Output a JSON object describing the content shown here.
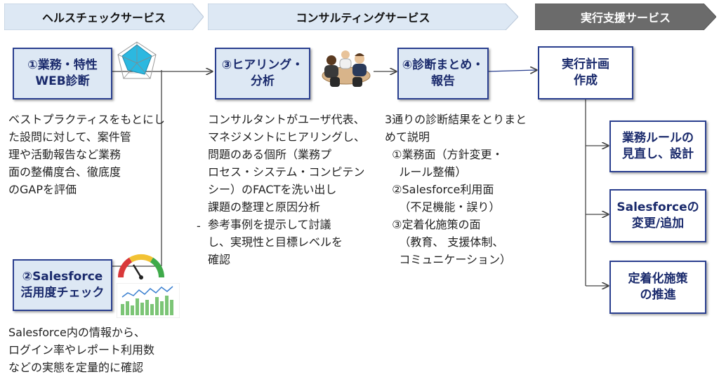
{
  "headers": {
    "health": "ヘルスチェックサービス",
    "consult": "コンサルティングサービス",
    "support": "実行支援サービス"
  },
  "boxes": {
    "web_diag": "①業務・特性\nWEB診断",
    "sf_check": "②Salesforce\n活用度チェック",
    "hearing": "③ヒアリング・\n分析",
    "report": "④診断まとめ・\n報告",
    "plan": "実行計画\n作成",
    "rules": "業務ルールの\n見直し、設計",
    "sf_change": "Salesforceの\n変更/追加",
    "adoption": "定着化施策\nの推進"
  },
  "descriptions": {
    "web_diag": "ベストプラクティスをもとにし\nた設問に対して、案件管\n理や活動報告など業務\n面の整備度合、徹底度\nのGAPを評価",
    "sf_check": "Salesforce内の情報から、\nログイン率やレポート利用数\nなどの実態を定量的に確認",
    "hearing": "コンサルタントがユーザ代表、\nマネジメントにヒアリングし、\n問題のある個所（業務プ\nロセス・システム・コンピテン\nシー）のFACTを洗い出し\n課題の整理と原因分析",
    "hearing_bullet_mark": "-",
    "hearing_bullet": "参考事例を提示して討議\nし、実現性と目標レベルを\n確認",
    "report": "3通りの診断結果をとりまと\nめて説明\n  ①業務面（方針変更・\n    ルール整備）\n  ②Salesforce利用面\n    （不足機能・誤り）\n  ③定着化施策の面\n    （教育、 支援体制、\n    コミュニケーション）"
  },
  "colors": {
    "box_fill": "#dde8f4",
    "box_border": "#2a3f8f",
    "header_light": "#dde8f4",
    "header_dark": "#6b6b6b"
  },
  "icons": {
    "radar": "radar-chart-icon",
    "meeting": "meeting-people-icon",
    "gauge": "gauge-icon",
    "dashboard": "dashboard-chart-icon"
  }
}
